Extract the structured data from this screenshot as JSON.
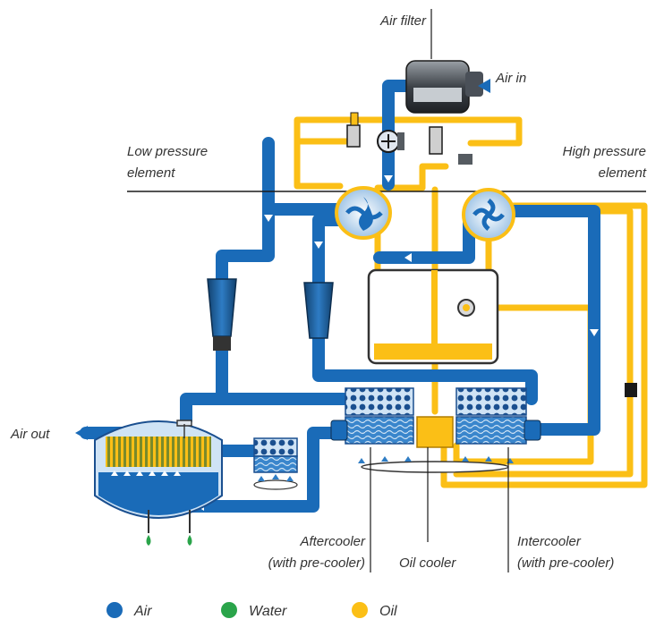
{
  "colors": {
    "air": "#1a6bb8",
    "water": "#2aa44a",
    "oil": "#fbbf16",
    "label": "#333333"
  },
  "labels": {
    "air_filter": "Air filter",
    "air_in": "Air in",
    "low_pressure_line1": "Low pressure",
    "low_pressure_line2": "element",
    "high_pressure_line1": "High pressure",
    "high_pressure_line2": "element",
    "air_out": "Air out",
    "aftercooler_line1": "Aftercooler",
    "aftercooler_line2": "(with pre-cooler)",
    "oil_cooler": "Oil cooler",
    "intercooler_line1": "Intercooler",
    "intercooler_line2": "(with pre-cooler)"
  },
  "legend": [
    {
      "label": "Air",
      "color": "#1a6bb8"
    },
    {
      "label": "Water",
      "color": "#2aa44a"
    },
    {
      "label": "Oil",
      "color": "#fbbf16"
    }
  ]
}
